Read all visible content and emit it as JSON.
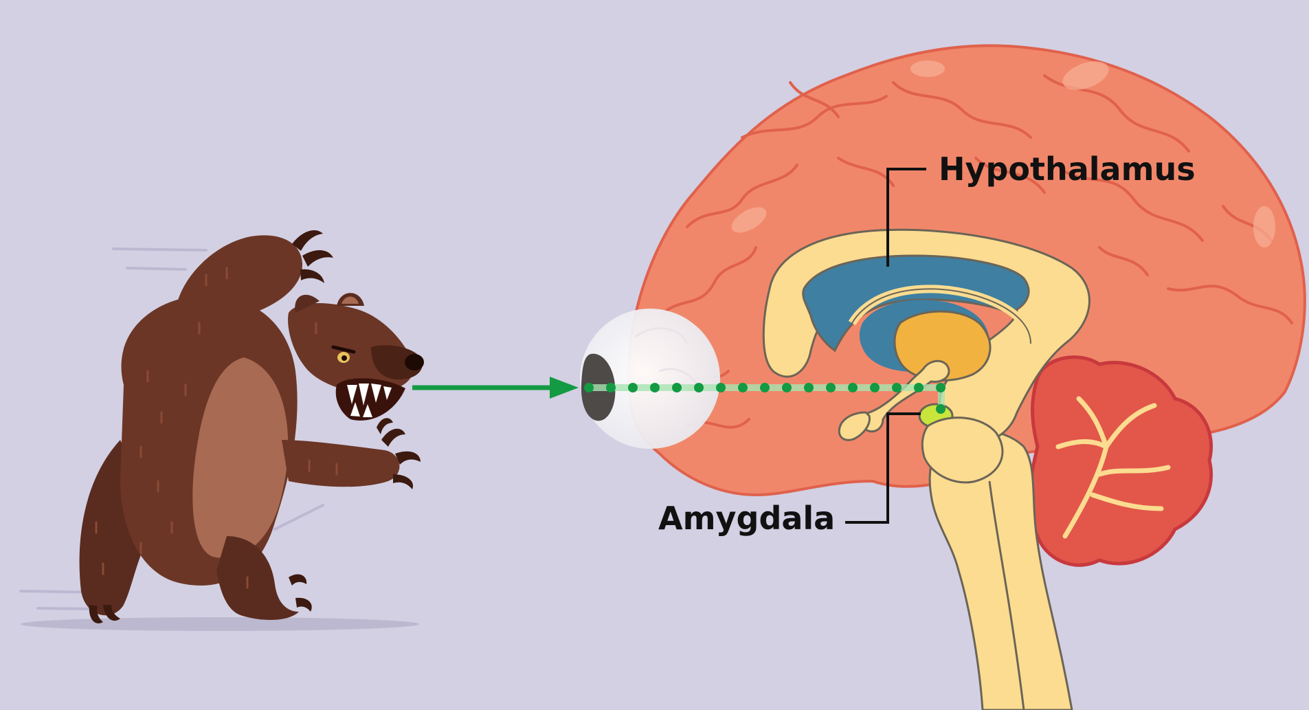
{
  "labels": {
    "hypothalamus": "Hypothalamus",
    "amygdala": "Amygdala"
  },
  "colors": {
    "background": "#d3d0e3",
    "bear_fur": "#6b3626",
    "bear_belly": "#a86a52",
    "cortex": "#f1876a",
    "cortex_outline": "#e0614c",
    "cerebellum": "#e2574a",
    "inner_structures": "#fbdc90",
    "ventricle": "#3f7fa1",
    "thalamus": "#f2b240",
    "amygdala": "#c9e43b",
    "signal_path": "#139a43",
    "label_line": "#111111"
  },
  "icons": [
    "bear",
    "eye",
    "brain",
    "arrow",
    "signal-path"
  ]
}
